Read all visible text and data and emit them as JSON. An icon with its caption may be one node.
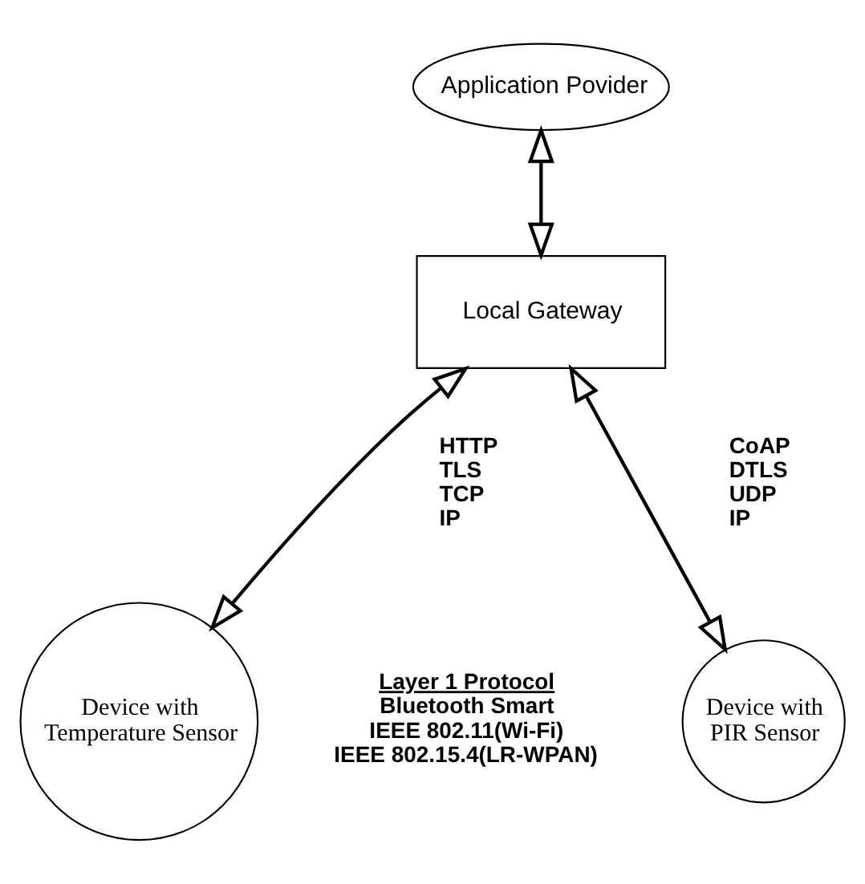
{
  "diagram": {
    "nodes": [
      {
        "text": [
          "Application Povider"
        ]
      },
      {
        "text": [
          "Local Gateway"
        ]
      },
      {
        "text": [
          "Device with Temperature Sensor"
        ]
      },
      {
        "text": [
          "Device with PIR Sensor"
        ]
      }
    ],
    "edges": [
      {
        "from": 0,
        "to": 1,
        "arrow": "both"
      },
      {
        "from": 1,
        "to": 2,
        "arrow": "both"
      },
      {
        "from": 1,
        "to": 3,
        "arrow": "both"
      }
    ],
    "labels": [
      "HTTP",
      "TLS",
      "TCP",
      "IP",
      "CoAP",
      "DTLS",
      "UDP",
      "IP",
      "Layer 1 Protocol",
      "Bluetooth Smart",
      "IEEE 802.11(Wi-Fi)",
      "IEEE 802.15.4(LR-WPAN)"
    ]
  }
}
